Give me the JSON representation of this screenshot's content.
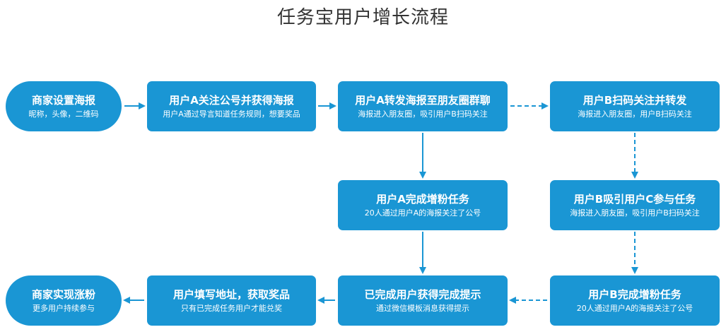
{
  "title": "任务宝用户增长流程",
  "colors": {
    "node_fill": "#1a96d4",
    "node_text": "#ffffff",
    "arrow": "#1a96d4"
  },
  "nodes": [
    {
      "title": "商家设置海报",
      "subtitle": "昵称，头像，二维码"
    },
    {
      "title": "用户A关注公号并获得海报",
      "subtitle": "用户A通过导言知道任务规则，想要奖品"
    },
    {
      "title": "用户A转发海报至朋友圈群聊",
      "subtitle": "海报进入朋友圈，吸引用户B扫码关注"
    },
    {
      "title": "用户B扫码关注并转发",
      "subtitle": "海报进入朋友圈，用户B扫码关注"
    },
    {
      "title": "用户A完成增粉任务",
      "subtitle": "20人通过用户A的海报关注了公号"
    },
    {
      "title": "用户B吸引用户C参与任务",
      "subtitle": "海报进入朋友圈，吸引用户B扫码关注"
    },
    {
      "title": "商家实现涨粉",
      "subtitle": "更多用户持续参与"
    },
    {
      "title": "用户填写地址，获取奖品",
      "subtitle": "只有已完成任务用户才能兑奖"
    },
    {
      "title": "已完成用户获得完成提示",
      "subtitle": "通过微信模板消息获得提示"
    },
    {
      "title": "用户B完成增粉任务",
      "subtitle": "20人通过用户A的海报关注了公号"
    }
  ],
  "edges": [
    {
      "from": "商家设置海报",
      "to": "用户A关注公号并获得海报",
      "style": "solid"
    },
    {
      "from": "用户A关注公号并获得海报",
      "to": "用户A转发海报至朋友圈群聊",
      "style": "solid"
    },
    {
      "from": "用户A转发海报至朋友圈群聊",
      "to": "用户B扫码关注并转发",
      "style": "dashed"
    },
    {
      "from": "用户A转发海报至朋友圈群聊",
      "to": "用户A完成增粉任务",
      "style": "solid"
    },
    {
      "from": "用户B扫码关注并转发",
      "to": "用户B吸引用户C参与任务",
      "style": "dashed"
    },
    {
      "from": "用户A完成增粉任务",
      "to": "已完成用户获得完成提示",
      "style": "solid"
    },
    {
      "from": "用户B吸引用户C参与任务",
      "to": "用户B完成增粉任务",
      "style": "dashed"
    },
    {
      "from": "用户B完成增粉任务",
      "to": "已完成用户获得完成提示",
      "style": "dashed"
    },
    {
      "from": "已完成用户获得完成提示",
      "to": "用户填写地址，获取奖品",
      "style": "solid"
    },
    {
      "from": "用户填写地址，获取奖品",
      "to": "商家实现涨粉",
      "style": "solid"
    }
  ]
}
